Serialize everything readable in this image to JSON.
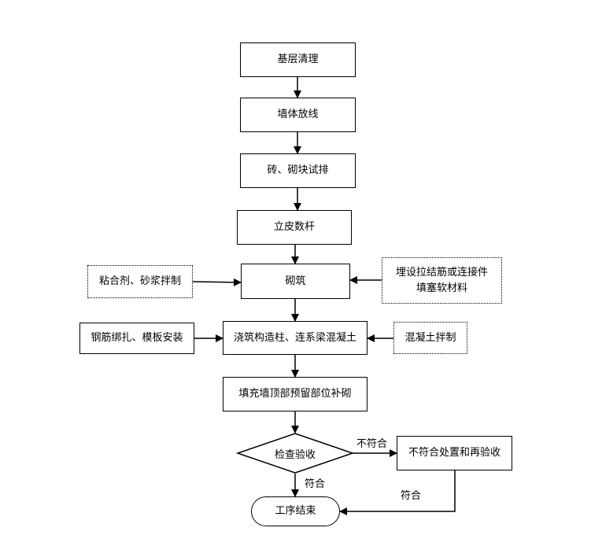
{
  "steps": {
    "s1": "基层清理",
    "s2": "墙体放线",
    "s3": "砖、砌块试排",
    "s4": "立皮数杆",
    "s5": "砌筑",
    "s6": "浇筑构造柱、连系梁混凝土",
    "s7": "填充墙顶部预留部位补砌",
    "decision": "检查验收",
    "end": "工序结束",
    "rework": "不符合处置和再验收"
  },
  "side_inputs": {
    "bond": "粘合剂、砂浆拌制",
    "tie_line1": "埋设拉结筋或连接件",
    "tie_line2": "填塞软材料",
    "rebar": "钢筋绑扎、模板安装",
    "concrete": "混凝土拌制"
  },
  "edge_labels": {
    "fail": "不符合",
    "pass": "符合",
    "return_pass": "符合"
  }
}
